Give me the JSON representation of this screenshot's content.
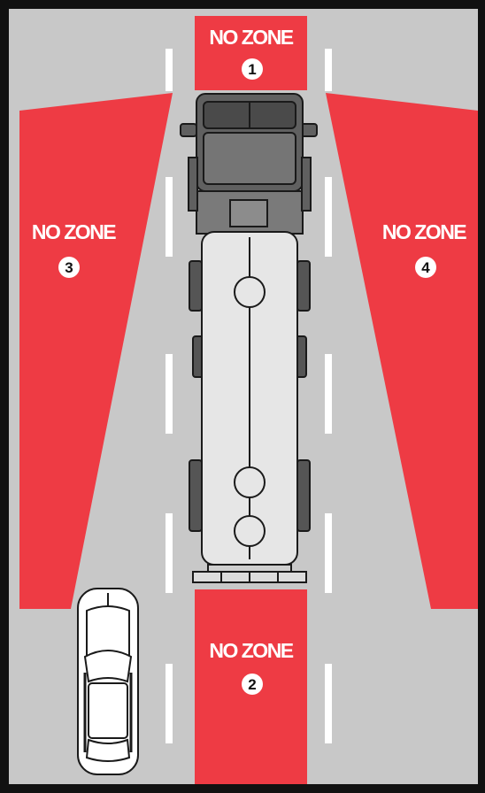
{
  "colors": {
    "road": "#c8c8c8",
    "zone": "#ee3b44",
    "lane_marking": "#ffffff",
    "border": "#111111",
    "truck_outline": "#1a1a1a",
    "cab": "#606060",
    "tank": "#e6e6e6",
    "car": "#ffffff"
  },
  "zones": [
    {
      "label": "NO ZONE",
      "number": "1"
    },
    {
      "label": "NO ZONE",
      "number": "2"
    },
    {
      "label": "NO ZONE",
      "number": "3"
    },
    {
      "label": "NO ZONE",
      "number": "4"
    }
  ],
  "icons": [
    "tanker-truck-icon",
    "car-icon"
  ]
}
